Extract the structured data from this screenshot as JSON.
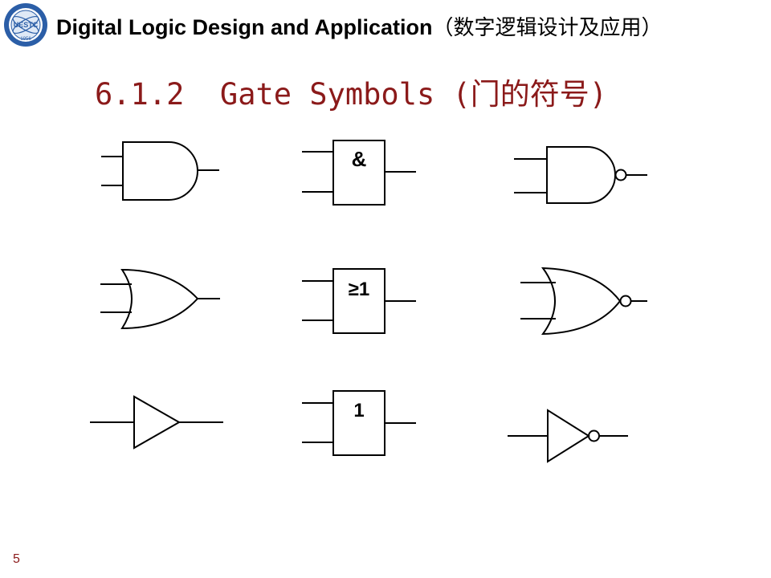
{
  "header": {
    "course_title": "Digital Logic Design and Application",
    "course_title_cn": "（数字逻辑设计及应用）"
  },
  "slide": {
    "title": "6.1.2  Gate Symbols (门的符号)",
    "page_number": "5"
  },
  "logo": {
    "icon": "university-seal-icon",
    "text": "UESTC",
    "year": "1956"
  },
  "gates": {
    "and_ieee_label": "&",
    "or_ieee_label": "≥1",
    "buffer_ieee_label": "1"
  },
  "colors": {
    "title": "#8b1a1a",
    "header": "#000000",
    "logo_blue": "#2b5ea7",
    "stroke": "#000000"
  }
}
